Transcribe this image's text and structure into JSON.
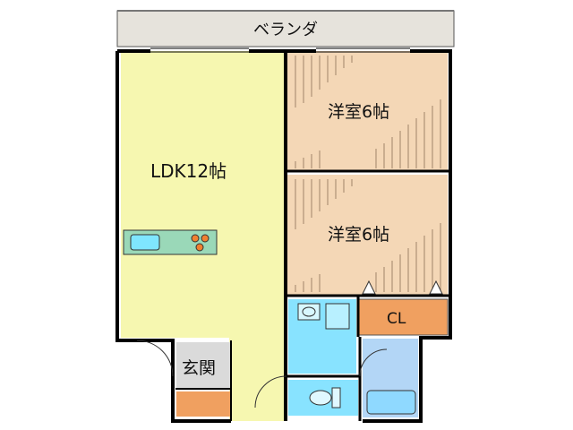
{
  "plan": {
    "veranda_label": "ベランダ",
    "ldk_label": "LDK12帖",
    "bedroom_upper_label": "洋室6帖",
    "bedroom_lower_label": "洋室6帖",
    "closet_label": "CL",
    "entrance_label": "玄関"
  },
  "colors": {
    "veranda": "#e6e3dc",
    "ldk": "#f6f7b0",
    "bedroom": "#f4d7b6",
    "closet": "#f0a060",
    "wet_area": "#88e3ff",
    "bath": "#b3d6f6",
    "entrance": "#dadada",
    "shoe_box": "#f0a060",
    "counter": "#9ad8b8",
    "sink": "#7fe6ff",
    "wall": "#000000"
  }
}
